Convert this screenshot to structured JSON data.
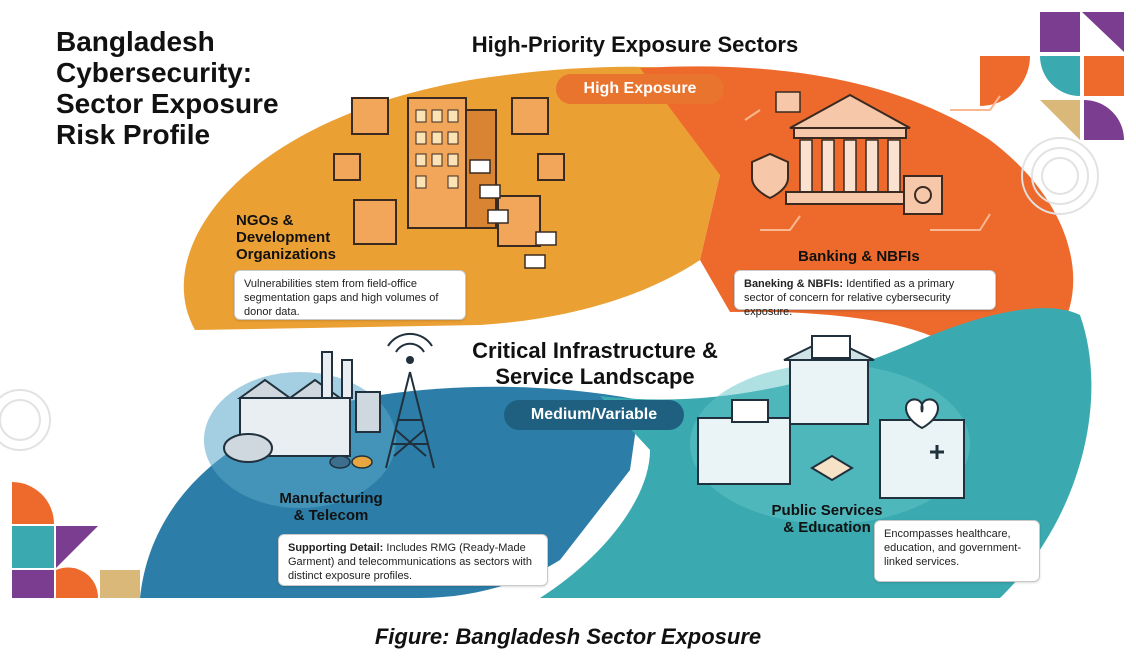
{
  "title_lines": [
    "Bangladesh",
    "Cybersecurity:",
    "Sector Exposure",
    "Risk Profile"
  ],
  "top_heading": "High-Priority Exposure Sectors",
  "top_pill": "High Exposure",
  "middle_heading_lines": [
    "Critical Infrastructure &",
    "Service Landscape"
  ],
  "middle_pill": "Medium/Variable",
  "sectors": {
    "ngo": {
      "label_lines": [
        "NGOs &",
        "Development",
        "Organizations"
      ],
      "detail": "Vulnerabilities stem from field-office segmentation gaps and high volumes of donor data."
    },
    "banking": {
      "label": "Banking & NBFIs",
      "detail_lead": "Baneking & NBFIs:",
      "detail": "Identified as a primary sector of concern for relative cybersecurity exposure."
    },
    "manufacturing": {
      "label_lines": [
        "Manufacturing",
        "& Telecom"
      ],
      "detail_lead": "Supporting Detail:",
      "detail": "Includes RMG (Ready-Made Garment) and telecommunications as sectors with distinct exposure profiles."
    },
    "public": {
      "label_lines": [
        "Public Services",
        "& Education"
      ],
      "detail": "Encompasses healthcare, education, and government-linked services."
    }
  },
  "caption": "Figure: Bangladesh Sector Exposure",
  "colors": {
    "orange_yellow": "#EBA034",
    "orange_red": "#EE6A2C",
    "blue": "#2C7EA8",
    "teal": "#3AAAB0",
    "pill_orange": "#E8742E",
    "pill_blue": "#1F5F80",
    "purple": "#7A3D8F",
    "tan": "#D9B87A"
  }
}
